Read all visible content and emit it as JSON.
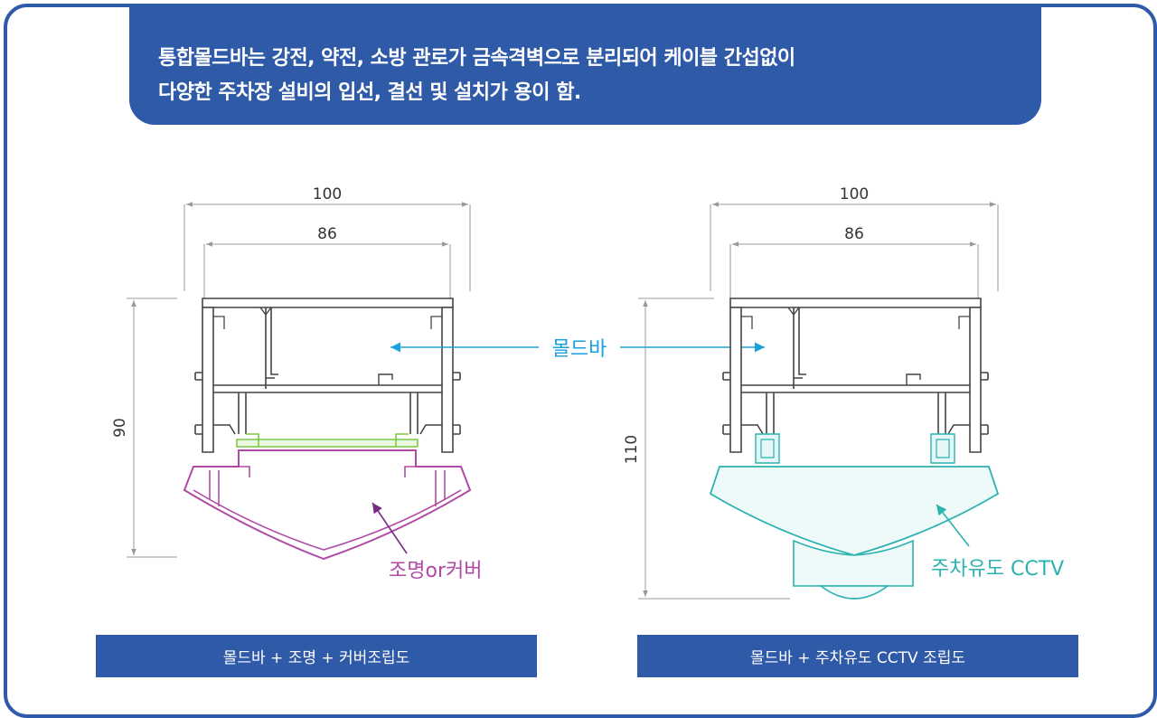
{
  "banner": {
    "line1": "통합몰드바는 강전, 약전, 소방 관로가 금속격벽으로 분리되어 케이블 간섭없이",
    "line2": "다양한 주차장 설비의 입선, 결선 및 설치가 용이 함."
  },
  "left": {
    "dim_outer": "100",
    "dim_inner": "86",
    "dim_height": "90",
    "callout": "조명or커버",
    "caption": "몰드바 + 조명 + 커버조립도"
  },
  "right": {
    "dim_outer": "100",
    "dim_inner": "86",
    "dim_height": "110",
    "callout": "주차유도 CCTV",
    "caption": "몰드바 + 주차유도 CCTV 조립도"
  },
  "center_label": "몰드바",
  "colors": {
    "brand": "#2f5aa8",
    "cover": "#b04aa6",
    "cctv": "#2bb3b0",
    "arrow": "#1aa0dc",
    "lens": "#7ac943",
    "profile": "#444444"
  }
}
